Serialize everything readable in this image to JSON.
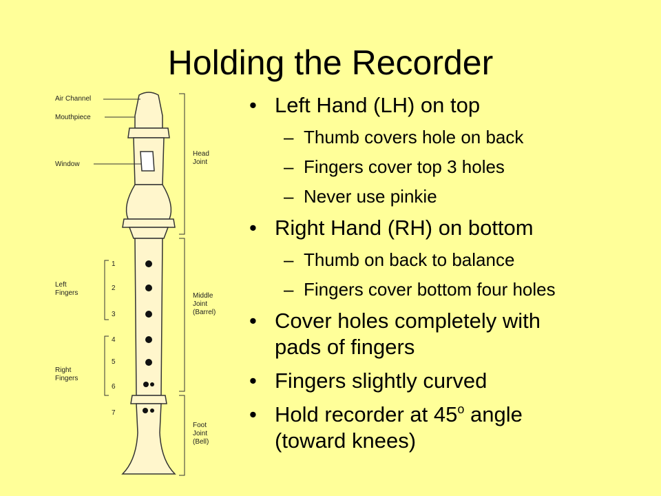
{
  "title": "Holding the Recorder",
  "diagram": {
    "labels": {
      "air_channel": "Air Channel",
      "mouthpiece": "Mouthpiece",
      "window": "Window",
      "head_joint_1": "Head",
      "head_joint_2": "Joint",
      "left_fingers_1": "Left",
      "left_fingers_2": "Fingers",
      "right_fingers_1": "Right",
      "right_fingers_2": "Fingers",
      "middle_joint_1": "Middle",
      "middle_joint_2": "Joint",
      "middle_joint_3": "(Barrel)",
      "foot_joint_1": "Foot",
      "foot_joint_2": "Joint",
      "foot_joint_3": "(Bell)"
    },
    "hole_numbers": [
      "1",
      "2",
      "3",
      "4",
      "5",
      "6",
      "7"
    ]
  },
  "bullets": [
    {
      "text": "Left Hand (LH) on top",
      "sub": [
        "Thumb covers hole on back",
        "Fingers cover top 3 holes",
        "Never use pinkie"
      ]
    },
    {
      "text": "Right Hand (RH) on bottom",
      "sub": [
        "Thumb on back to balance",
        "Fingers cover bottom four holes"
      ]
    },
    {
      "text_line1": "Cover holes completely with",
      "text_line2": "pads of fingers"
    },
    {
      "text": "Fingers slightly curved"
    },
    {
      "text_before_sup": "Hold recorder at 45",
      "sup": "o",
      "text_after_sup": " angle",
      "text_line2": "(toward knees)"
    }
  ],
  "bullet_symbol": "•",
  "dash_symbol": "–",
  "colors": {
    "background": "#FFFF99",
    "text": "#000000",
    "recorder": "#FFF6CC",
    "outline": "#333333"
  }
}
